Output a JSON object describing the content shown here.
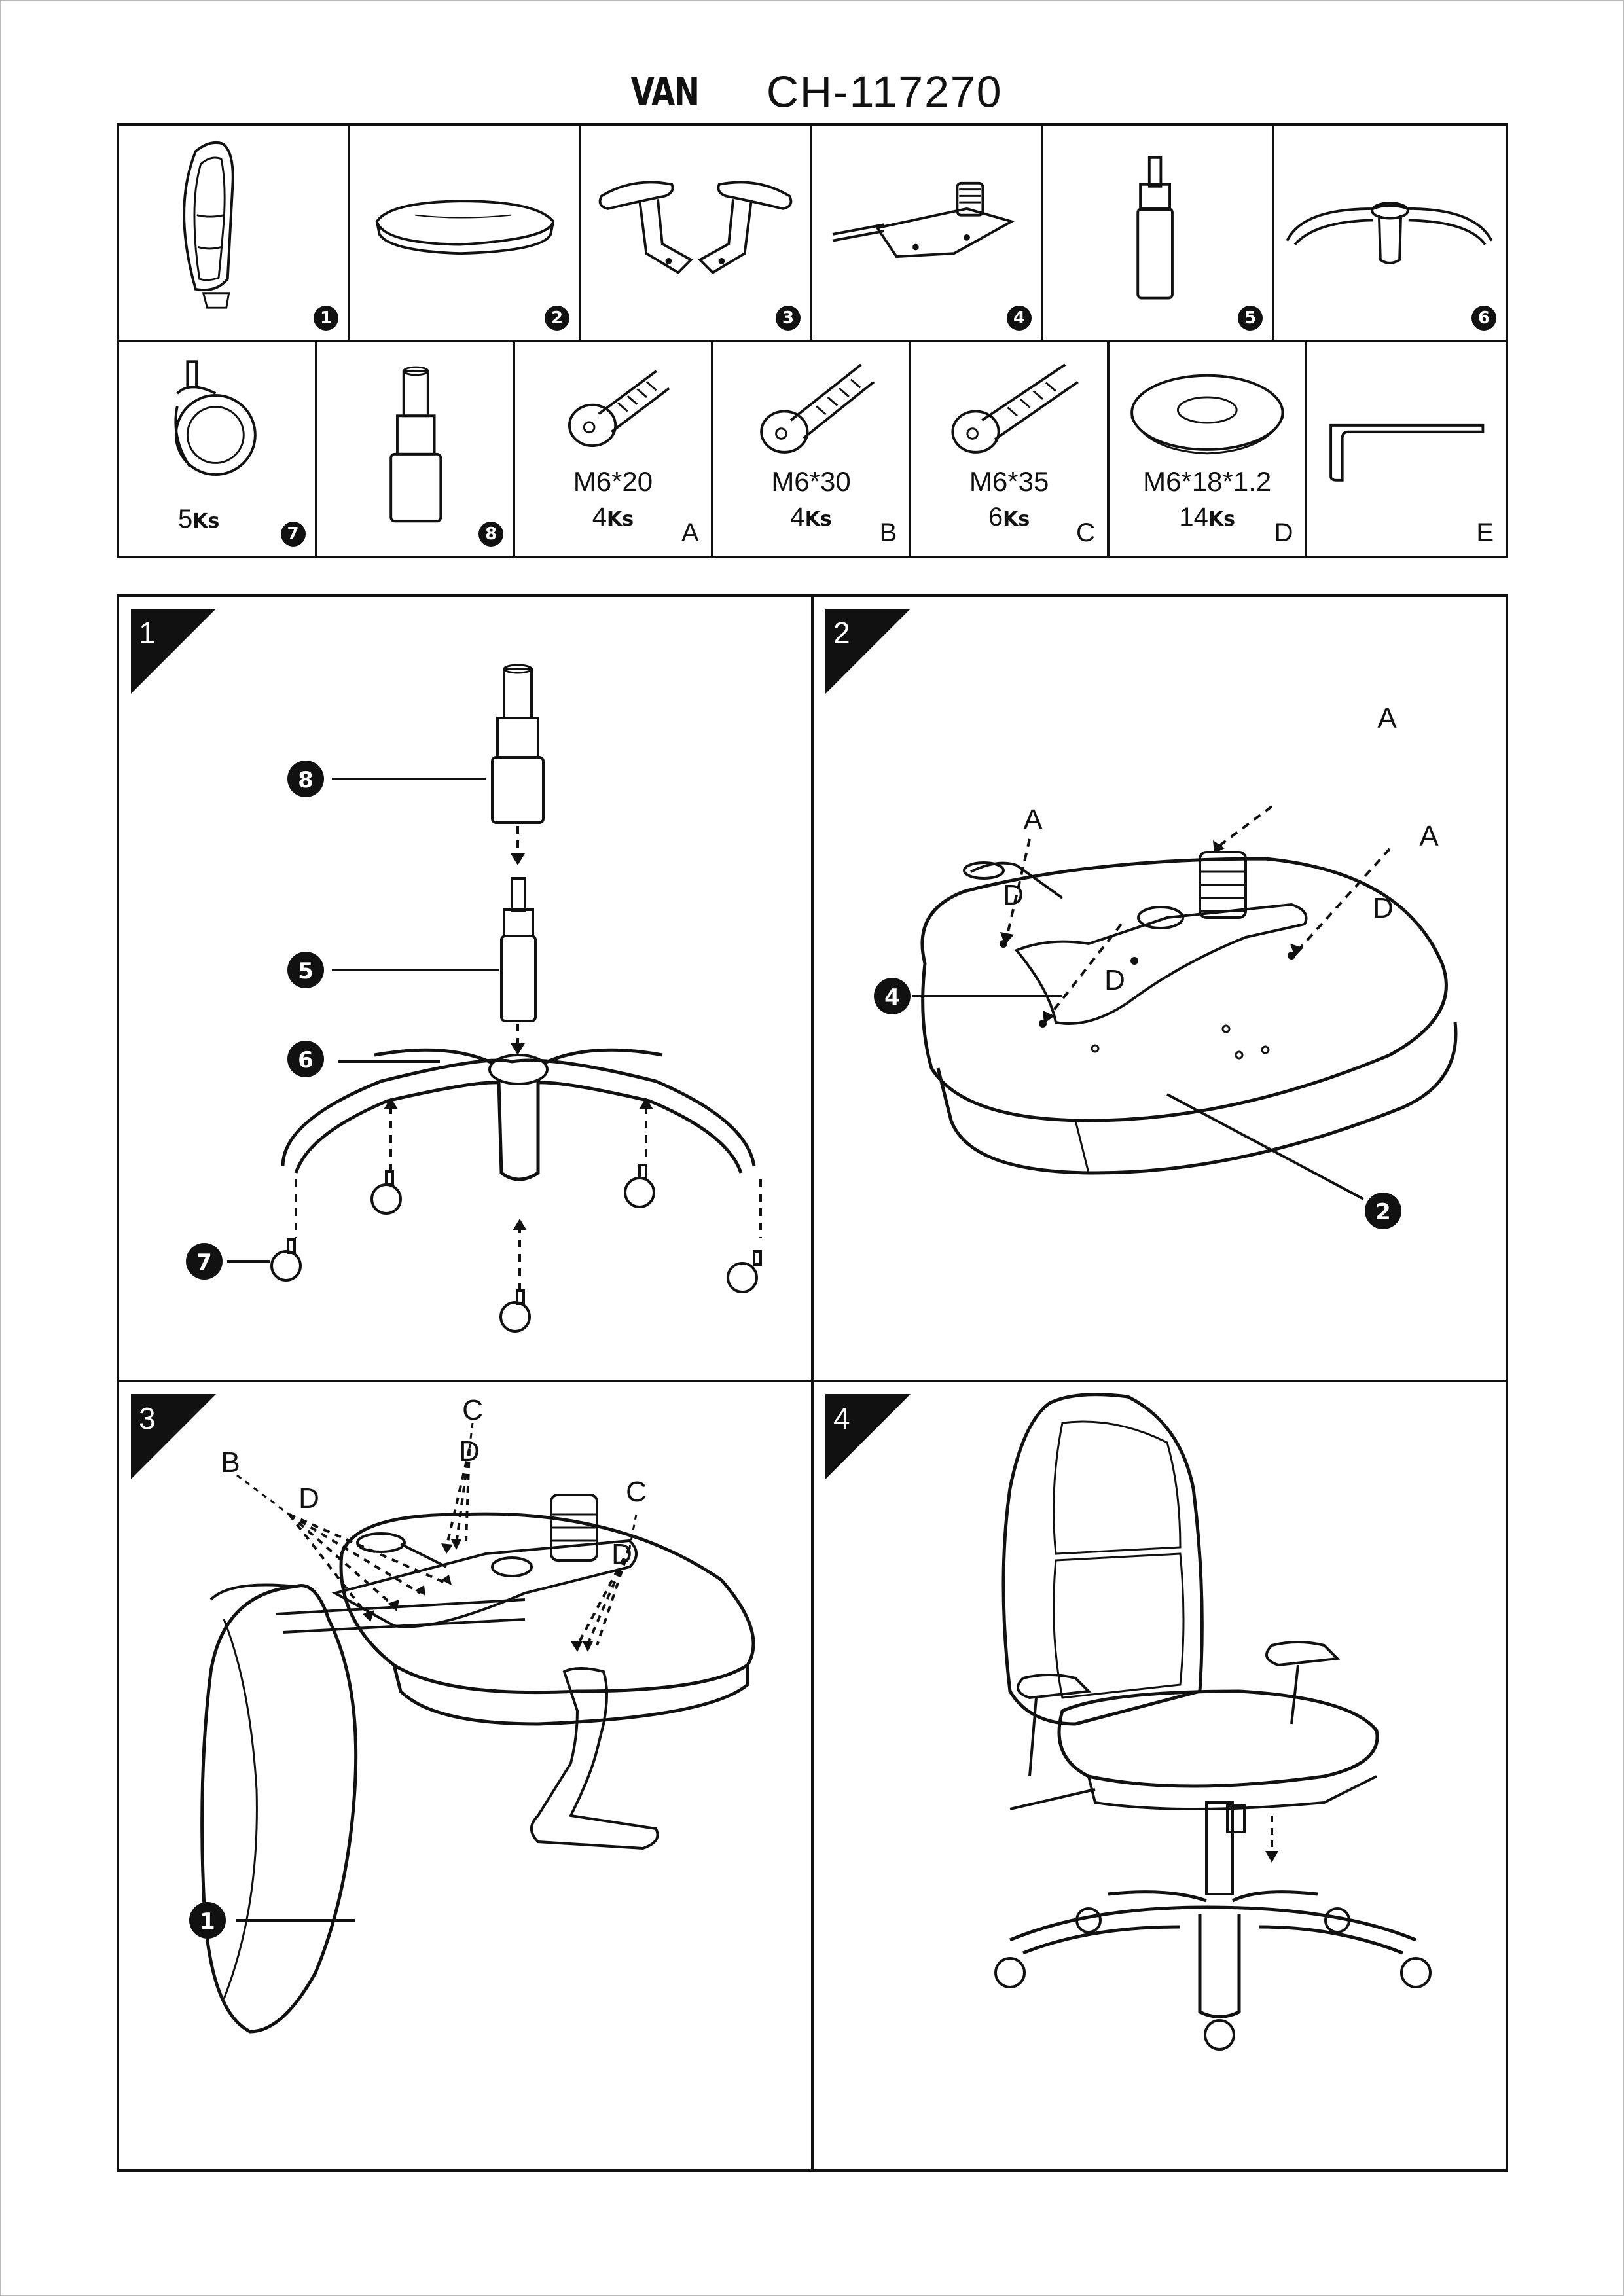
{
  "header": {
    "brand": "VAN",
    "model": "CH-117270"
  },
  "parts_row1": [
    {
      "num": "1",
      "name": "backrest"
    },
    {
      "num": "2",
      "name": "seat"
    },
    {
      "num": "3",
      "name": "armrests"
    },
    {
      "num": "4",
      "name": "mechanism"
    },
    {
      "num": "5",
      "name": "gas-lift"
    },
    {
      "num": "6",
      "name": "base"
    }
  ],
  "parts_row2": [
    {
      "num": "7",
      "qty": "5",
      "unit": "Ks"
    },
    {
      "num": "8"
    },
    {
      "letter": "A",
      "spec": "M6*20",
      "qty": "4",
      "unit": "Ks"
    },
    {
      "letter": "B",
      "spec": "M6*30",
      "qty": "4",
      "unit": "Ks"
    },
    {
      "letter": "C",
      "spec": "M6*35",
      "qty": "6",
      "unit": "Ks"
    },
    {
      "letter": "D",
      "spec": "M6*18*1.2",
      "qty": "14",
      "unit": "Ks"
    },
    {
      "letter": "E"
    }
  ],
  "steps": [
    {
      "num": "1",
      "callouts": [
        "8",
        "5",
        "6",
        "7"
      ]
    },
    {
      "num": "2",
      "callouts": [
        "A",
        "D",
        "A",
        "A",
        "D",
        "D",
        "4",
        "2"
      ]
    },
    {
      "num": "3",
      "callouts": [
        "C",
        "B",
        "D",
        "D",
        "C",
        "D",
        "1"
      ]
    },
    {
      "num": "4"
    }
  ],
  "colors": {
    "ink": "#111111",
    "paper": "#ffffff"
  }
}
